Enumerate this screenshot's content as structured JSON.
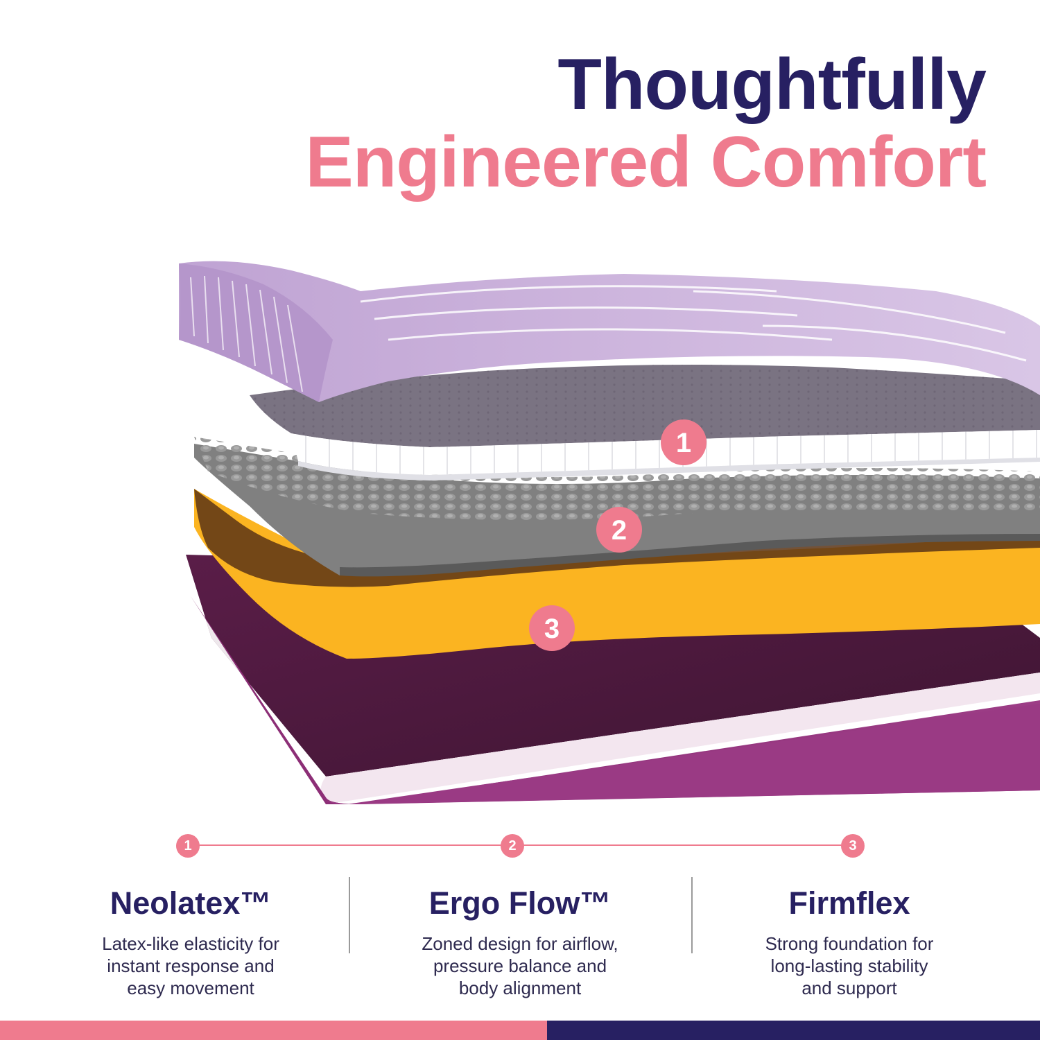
{
  "colors": {
    "navy": "#272062",
    "pink": "#ef7b8e",
    "lavender": "#cdb5dd",
    "purple_base": "#8c2e78",
    "dark_base": "#4d1a3d",
    "gray_foam": "#8a8a8a",
    "yellow_foam": "#fbb421",
    "text": "#2e2a4f"
  },
  "headline": {
    "line1": "Thoughtfully",
    "line2": "Engineered Comfort"
  },
  "layer_markers": [
    "1",
    "2",
    "3"
  ],
  "features": [
    {
      "number": "1",
      "title": "Neolatex™",
      "desc": [
        "Latex-like elasticity for",
        "instant response and",
        "easy movement"
      ]
    },
    {
      "number": "2",
      "title": "Ergo Flow™",
      "desc": [
        "Zoned design for airflow,",
        "pressure balance and",
        "body alignment"
      ]
    },
    {
      "number": "3",
      "title": "Firmflex",
      "desc": [
        "Strong foundation for",
        "long-lasting stability",
        "and support"
      ]
    }
  ]
}
